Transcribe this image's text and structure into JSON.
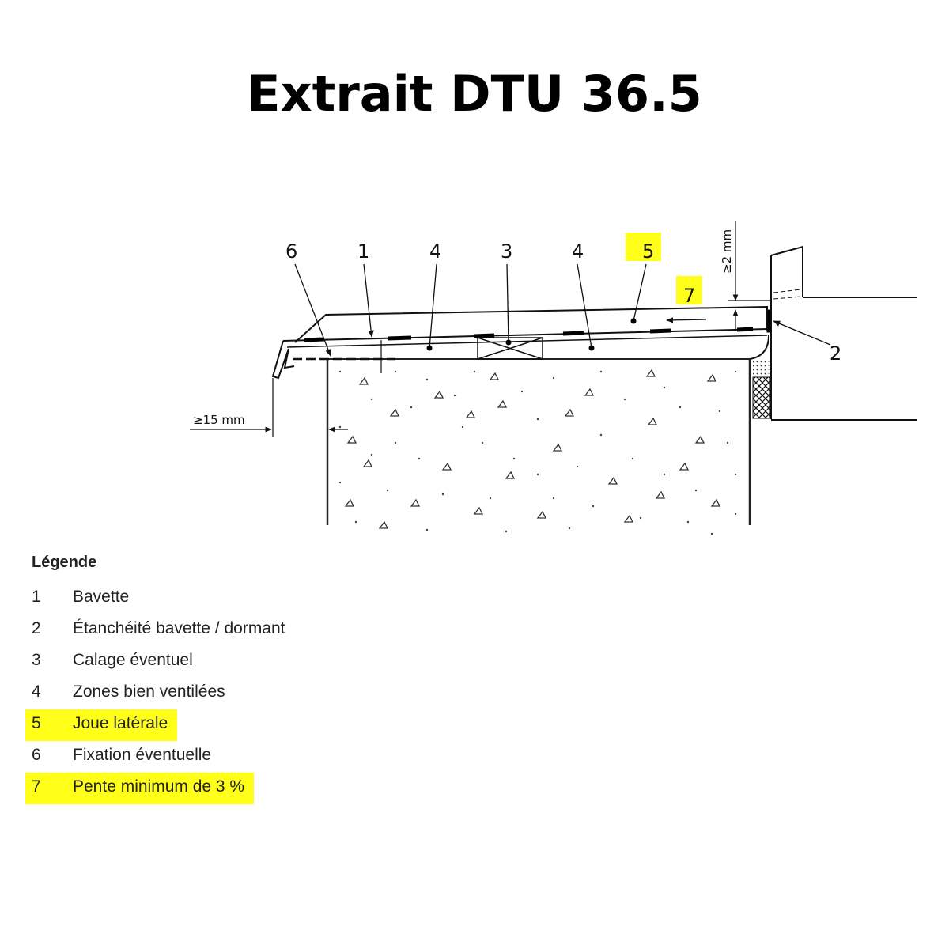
{
  "title": "Extrait DTU 36.5",
  "colors": {
    "highlight": "#FFFF1A",
    "ink": "#111111",
    "background": "#FFFFFF"
  },
  "diagram": {
    "callouts": [
      {
        "id": "6",
        "label": "6",
        "highlighted": false
      },
      {
        "id": "1",
        "label": "1",
        "highlighted": false
      },
      {
        "id": "4a",
        "label": "4",
        "highlighted": false
      },
      {
        "id": "3",
        "label": "3",
        "highlighted": false
      },
      {
        "id": "4b",
        "label": "4",
        "highlighted": false
      },
      {
        "id": "5",
        "label": "5",
        "highlighted": true
      },
      {
        "id": "7",
        "label": "7",
        "highlighted": true
      },
      {
        "id": "2",
        "label": "2",
        "highlighted": false
      }
    ],
    "dimensions": {
      "overhang": "≥15 mm",
      "lip_height": "≥2 mm"
    }
  },
  "legend": {
    "title": "Légende",
    "items": [
      {
        "num": "1",
        "text": "Bavette",
        "highlighted": false
      },
      {
        "num": "2",
        "text": "Étanchéité bavette / dormant",
        "highlighted": false
      },
      {
        "num": "3",
        "text": "Calage éventuel",
        "highlighted": false
      },
      {
        "num": "4",
        "text": "Zones bien ventilées",
        "highlighted": false
      },
      {
        "num": "5",
        "text": "Joue latérale",
        "highlighted": true
      },
      {
        "num": "6",
        "text": "Fixation éventuelle",
        "highlighted": false
      },
      {
        "num": "7",
        "text": "Pente minimum de 3 %",
        "highlighted": true
      }
    ]
  }
}
